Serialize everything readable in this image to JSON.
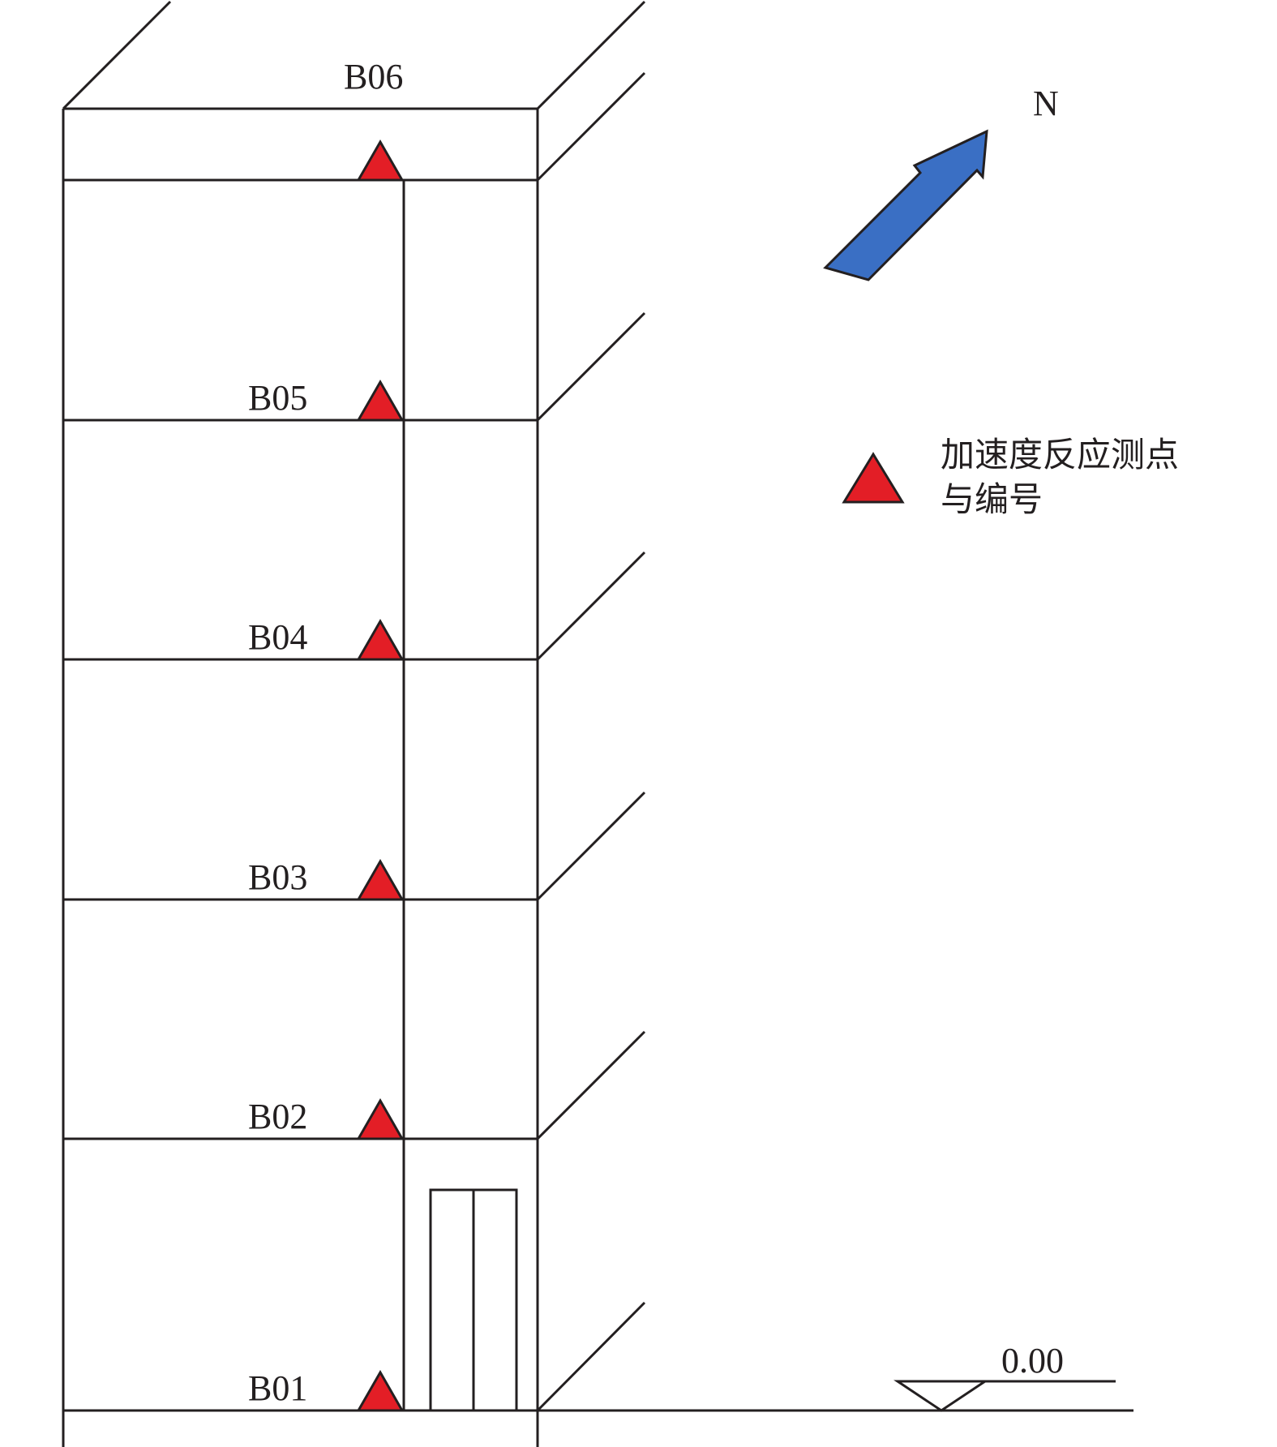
{
  "sensors": [
    {
      "id": "B06",
      "floor": 6
    },
    {
      "id": "B05",
      "floor": 5
    },
    {
      "id": "B04",
      "floor": 4
    },
    {
      "id": "B03",
      "floor": 3
    },
    {
      "id": "B02",
      "floor": 2
    },
    {
      "id": "B01",
      "floor": 1
    }
  ],
  "north_label": "N",
  "legend": {
    "line1": "加速度反应测点",
    "line2": "与编号"
  },
  "ground_level": "0.00",
  "colors": {
    "triangle": "#e31e26",
    "arrow": "#3a6fc4",
    "line": "#231f20"
  }
}
